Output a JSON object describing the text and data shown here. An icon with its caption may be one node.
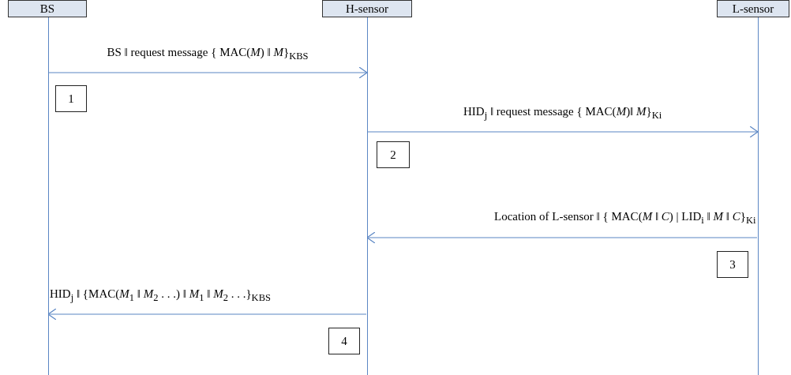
{
  "diagram": {
    "nodes": [
      {
        "text": [
          "BS"
        ]
      },
      {
        "text": [
          "H-sensor"
        ]
      },
      {
        "text": [
          "L-sensor"
        ]
      },
      {
        "text": [],
        "shape": "bar"
      },
      {
        "text": [],
        "shape": "bar"
      },
      {
        "text": [],
        "shape": "bar"
      },
      {
        "text": [
          "1"
        ]
      },
      {
        "text": [
          "2"
        ]
      },
      {
        "text": [
          "3"
        ]
      },
      {
        "text": [
          "4"
        ]
      }
    ],
    "edges": [
      {
        "from": 3,
        "to": 4,
        "arrow": "to",
        "label": "BS ‖ request message { MAC(*M*) ‖ *M*}$_{KBS}$"
      },
      {
        "from": 4,
        "to": 5,
        "arrow": "to",
        "label": "HID$_{j}$ ‖ request message { MAC(*M*)‖ *M*}$_{Ki}$"
      },
      {
        "from": 5,
        "to": 4,
        "arrow": "to",
        "label": "Location of L-sensor ‖ { MAC(*M* ‖ *C*) | LID$_{i}$ ‖ *M* ‖ *C*}$_{Ki}$"
      },
      {
        "from": 4,
        "to": 3,
        "arrow": "to",
        "label": "HID$_{j}$ ‖ {MAC(*M*$_{1}$ ‖ *M*$_{2}$ . . .) ‖ *M*$_{1}$ ‖ *M*$_{2}$ . . .}$_{KBS}$"
      }
    ]
  }
}
